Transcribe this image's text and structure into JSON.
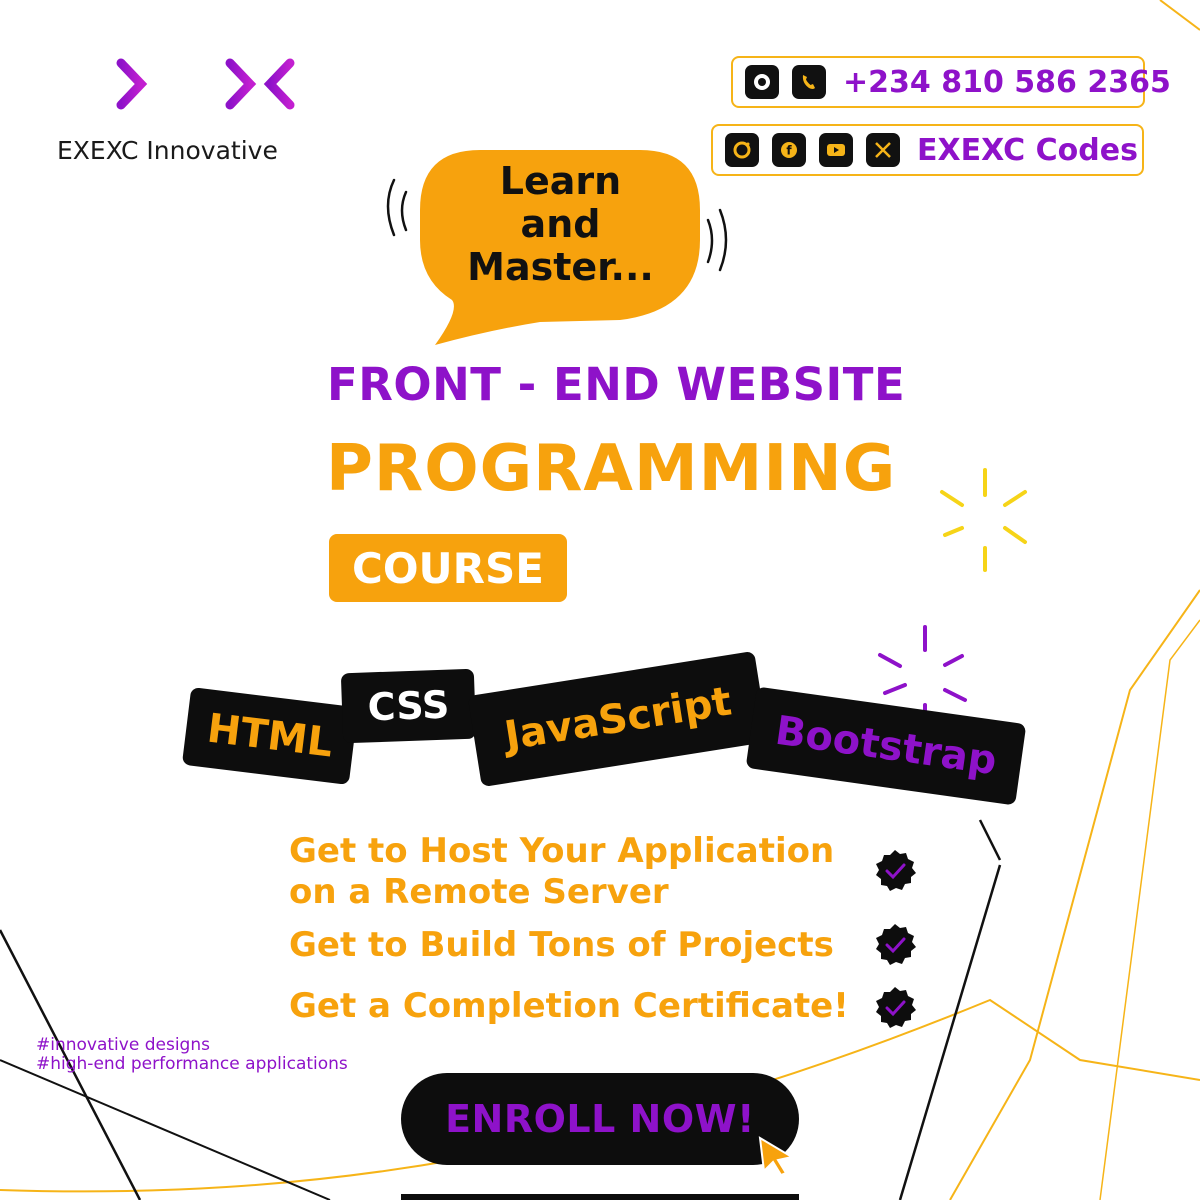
{
  "brand": {
    "name": "EXEXC Innovative",
    "logo_icon": "exexc-logo-icon"
  },
  "contact": {
    "phone": "+234 810 586 2365",
    "phone_icons": [
      "whatsapp-icon",
      "phone-icon"
    ],
    "social_handle": "EXEXC Codes",
    "social_icons": [
      "instagram-icon",
      "facebook-icon",
      "youtube-icon",
      "x-icon"
    ]
  },
  "bubble": {
    "line1": "Learn",
    "line2": "and",
    "line3": "Master..."
  },
  "headline": {
    "line1": "FRONT - END WEBSITE",
    "line2": "PROGRAMMING",
    "badge": "COURSE"
  },
  "tags": [
    "HTML",
    "CSS",
    "JavaScript",
    "Bootstrap"
  ],
  "features": [
    {
      "line1": "Get to Host Your Application",
      "line2": "on a Remote Server"
    },
    {
      "line1": "Get to Build Tons of Projects"
    },
    {
      "line1": "Get a Completion Certificate!"
    }
  ],
  "hashtags": [
    "#innovative designs",
    "#high-end performance applications"
  ],
  "cta": {
    "label": "ENROLL NOW!"
  },
  "colors": {
    "purple": "#8e12c9",
    "orange": "#f7a20d",
    "yellow": "#f6b418",
    "black": "#0d0d0d"
  }
}
